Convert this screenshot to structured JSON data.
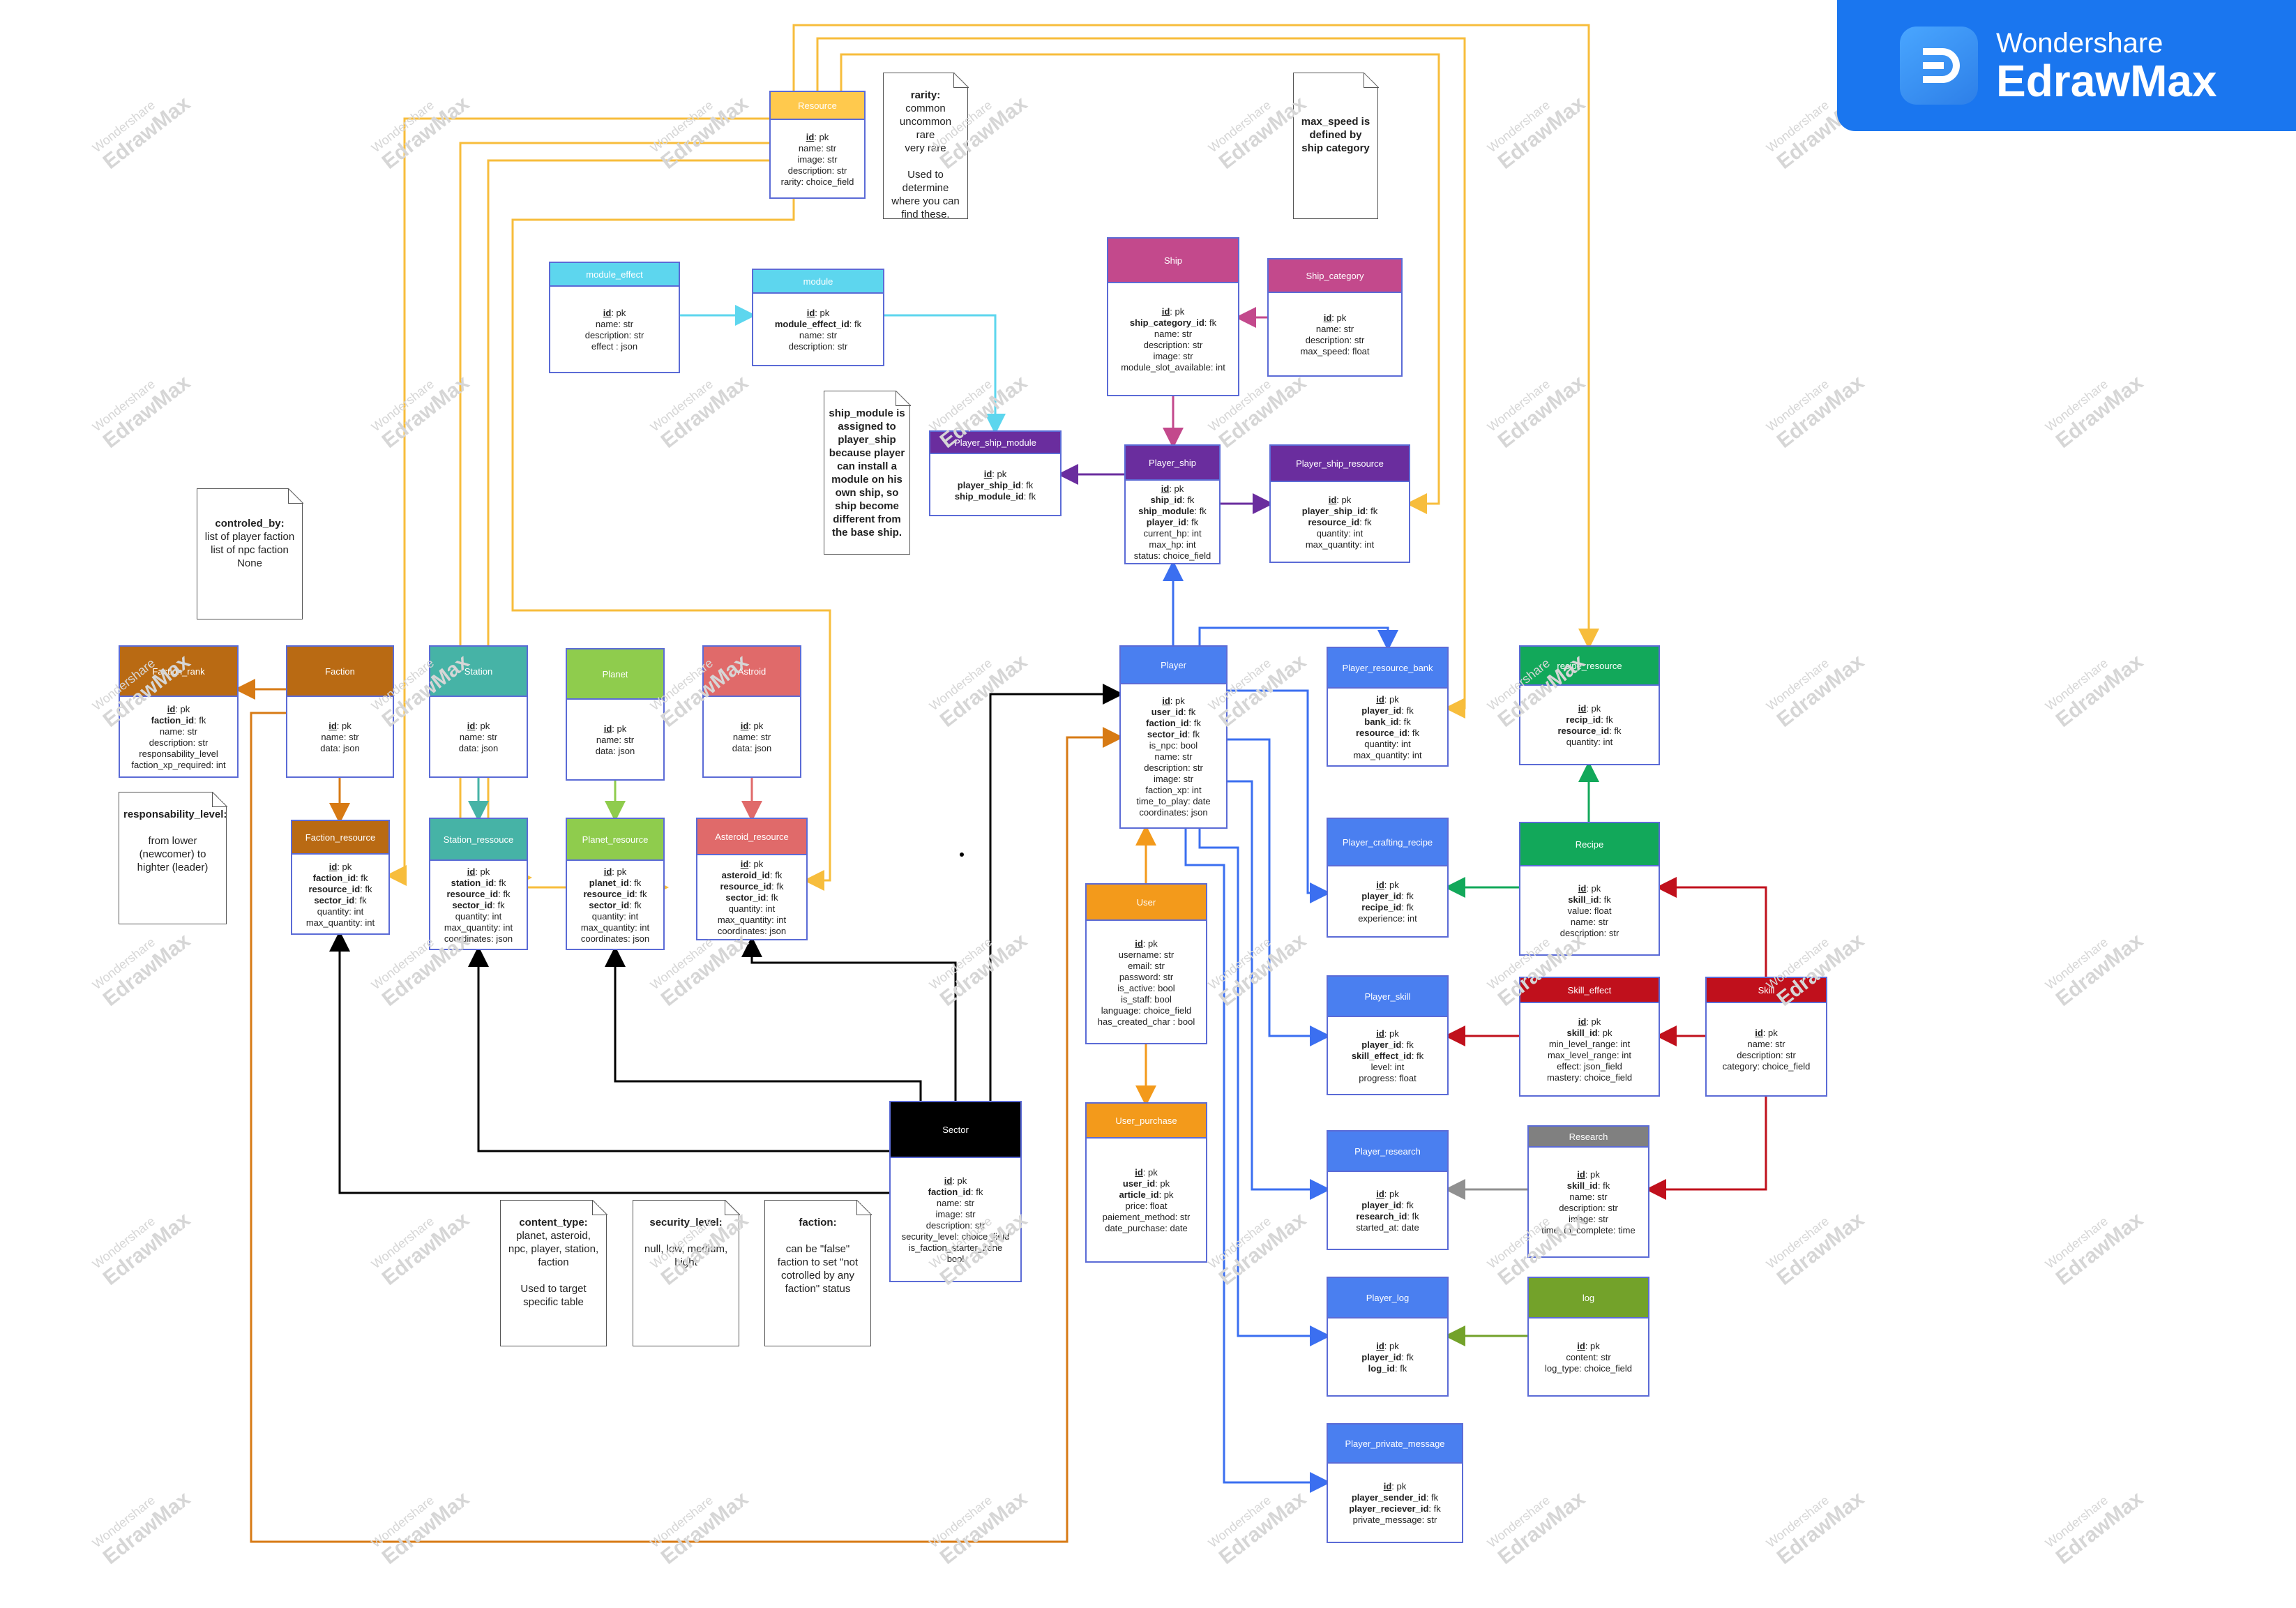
{
  "brand": {
    "line1": "Wondershare",
    "line2": "EdrawMax",
    "icon": "edrawmax-logo-icon"
  },
  "watermark": {
    "line1": "Wondershare",
    "line2": "EdrawMax"
  },
  "colors": {
    "resource": "#ffc94d",
    "module_effect": "#5dd6ee",
    "ship": "#c3498c",
    "player_ship": "#6a2d9e",
    "faction": "#b96a13",
    "station": "#46b3a6",
    "planet": "#8fcc4d",
    "asteroid": "#e06a6a",
    "player": "#4a7ff0",
    "recipe": "#12a85a",
    "skill": "#c0101c",
    "research": "#808080",
    "log": "#73a22a",
    "sector": "#000000",
    "user": "#f39a1b",
    "border": "#5b6bd6"
  },
  "entities": {
    "resource": {
      "name": "Resource",
      "fields": [
        [
          "id",
          "pk",
          "pk"
        ],
        [
          "name",
          "str",
          ""
        ],
        [
          "image",
          "str",
          ""
        ],
        [
          "description",
          "str",
          ""
        ],
        [
          "rarity",
          "choice_field",
          ""
        ]
      ]
    },
    "module_effect": {
      "name": "module_effect",
      "fields": [
        [
          "id",
          "pk",
          "pk"
        ],
        [
          "name",
          "str",
          ""
        ],
        [
          "description",
          "str",
          ""
        ],
        [
          "effect ",
          "json",
          ""
        ]
      ]
    },
    "module": {
      "name": "module",
      "fields": [
        [
          "id",
          "pk",
          "pk"
        ],
        [
          "module_effect_id",
          "fk",
          "fk"
        ],
        [
          "name",
          "str",
          ""
        ],
        [
          "description",
          "str",
          ""
        ]
      ]
    },
    "ship": {
      "name": "Ship",
      "fields": [
        [
          "id",
          "pk",
          "pk"
        ],
        [
          "ship_category_id",
          "fk",
          "fk"
        ],
        [
          "name",
          "str",
          ""
        ],
        [
          "description",
          "str",
          ""
        ],
        [
          "image",
          "str",
          ""
        ],
        [
          "module_slot_available",
          "int",
          ""
        ]
      ]
    },
    "ship_category": {
      "name": "Ship_category",
      "fields": [
        [
          "id",
          "pk",
          "pk"
        ],
        [
          "name",
          "str",
          ""
        ],
        [
          "description",
          "str",
          ""
        ],
        [
          "max_speed",
          "float",
          ""
        ]
      ]
    },
    "player_ship_module": {
      "name": "Player_ship_module",
      "fields": [
        [
          "id",
          "pk",
          "pk"
        ],
        [
          "player_ship_id",
          "fk",
          "fk"
        ],
        [
          "ship_module_id",
          "fk",
          "fk"
        ]
      ]
    },
    "player_ship": {
      "name": "Player_ship",
      "fields": [
        [
          "id",
          "pk",
          "pk"
        ],
        [
          "ship_id",
          "fk",
          "fk"
        ],
        [
          "ship_module",
          "fk",
          "fk"
        ],
        [
          "player_id",
          "fk",
          "fk"
        ],
        [
          "current_hp",
          "int",
          ""
        ],
        [
          "max_hp",
          "int",
          ""
        ],
        [
          "status",
          "choice_field",
          ""
        ]
      ]
    },
    "player_ship_resource": {
      "name": "Player_ship_resource",
      "fields": [
        [
          "id",
          "pk",
          "pk"
        ],
        [
          "player_ship_id",
          "fk",
          "fk"
        ],
        [
          "resource_id",
          "fk",
          "fk"
        ],
        [
          "quantity",
          "int",
          ""
        ],
        [
          "max_quantity",
          "int",
          ""
        ]
      ]
    },
    "faction_rank": {
      "name": "Faction_rank",
      "fields": [
        [
          "id",
          "pk",
          "pk"
        ],
        [
          "faction_id",
          "fk",
          "fk"
        ],
        [
          "name",
          "str",
          ""
        ],
        [
          "description",
          "str",
          ""
        ],
        [
          "responsability_level",
          "",
          ""
        ],
        [
          "faction_xp_required",
          "int",
          ""
        ]
      ]
    },
    "faction": {
      "name": "Faction",
      "fields": [
        [
          "id",
          "pk",
          "pk"
        ],
        [
          "name",
          "str",
          ""
        ],
        [
          "data",
          "json",
          ""
        ]
      ]
    },
    "station": {
      "name": "Station",
      "fields": [
        [
          "id",
          "pk",
          "pk"
        ],
        [
          "name",
          "str",
          ""
        ],
        [
          "data",
          "json",
          ""
        ]
      ]
    },
    "planet": {
      "name": "Planet",
      "fields": [
        [
          "id",
          "pk",
          "pk"
        ],
        [
          "name",
          "str",
          ""
        ],
        [
          "data",
          "json",
          ""
        ]
      ]
    },
    "asteroid": {
      "name": "Astroid",
      "fields": [
        [
          "id",
          "pk",
          "pk"
        ],
        [
          "name",
          "str",
          ""
        ],
        [
          "data",
          "json",
          ""
        ]
      ]
    },
    "faction_resource": {
      "name": "Faction_resource",
      "fields": [
        [
          "id",
          "pk",
          "pk"
        ],
        [
          "faction_id",
          "fk",
          "fk"
        ],
        [
          "resource_id",
          "fk",
          "fk"
        ],
        [
          "sector_id",
          "fk",
          "fk"
        ],
        [
          "quantity",
          "int",
          ""
        ],
        [
          "max_quantity",
          "int",
          ""
        ]
      ]
    },
    "station_resource": {
      "name": "Station_ressouce",
      "fields": [
        [
          "id",
          "pk",
          "pk"
        ],
        [
          "station_id",
          "fk",
          "fk"
        ],
        [
          "resource_id",
          "fk",
          "fk"
        ],
        [
          "sector_id",
          "fk",
          "fk"
        ],
        [
          "quantity",
          "int",
          ""
        ],
        [
          "max_quantity",
          "int",
          ""
        ],
        [
          "coordinates",
          "json",
          ""
        ]
      ]
    },
    "planet_resource": {
      "name": "Planet_resource",
      "fields": [
        [
          "id",
          "pk",
          "pk"
        ],
        [
          "planet_id",
          "fk",
          "fk"
        ],
        [
          "resource_id",
          "fk",
          "fk"
        ],
        [
          "sector_id",
          "fk",
          "fk"
        ],
        [
          "quantity",
          "int",
          ""
        ],
        [
          "max_quantity",
          "int",
          ""
        ],
        [
          "coordinates",
          "json",
          ""
        ]
      ]
    },
    "asteroid_resource": {
      "name": "Asteroid_resource",
      "fields": [
        [
          "id",
          "pk",
          "pk"
        ],
        [
          "asteroid_id",
          "fk",
          "fk"
        ],
        [
          "resource_id",
          "fk",
          "fk"
        ],
        [
          "sector_id",
          "fk",
          "fk"
        ],
        [
          "quantity",
          "int",
          ""
        ],
        [
          "max_quantity",
          "int",
          ""
        ],
        [
          "coordinates",
          "json",
          ""
        ]
      ]
    },
    "player": {
      "name": "Player",
      "fields": [
        [
          "id",
          "pk",
          "pk"
        ],
        [
          "user_id",
          "fk",
          "fk"
        ],
        [
          "faction_id",
          "fk",
          "fk"
        ],
        [
          "sector_id",
          "fk",
          "fk"
        ],
        [
          "is_npc",
          "bool",
          ""
        ],
        [
          "name",
          "str",
          ""
        ],
        [
          "description",
          "str",
          ""
        ],
        [
          "image",
          "str",
          ""
        ],
        [
          "faction_xp",
          "int",
          ""
        ],
        [
          "time_to_play",
          "date",
          ""
        ],
        [
          "coordinates",
          "json",
          ""
        ]
      ]
    },
    "player_resource_bank": {
      "name": "Player_resource_bank",
      "fields": [
        [
          "id",
          "pk",
          "pk"
        ],
        [
          "player_id",
          "fk",
          "fk"
        ],
        [
          "bank_id",
          "fk",
          "fk"
        ],
        [
          "resource_id",
          "fk",
          "fk"
        ],
        [
          "quantity",
          "int",
          ""
        ],
        [
          "max_quantity",
          "int",
          ""
        ]
      ]
    },
    "recipe_resource": {
      "name": "recipe_resource",
      "fields": [
        [
          "id",
          "pk",
          "pk"
        ],
        [
          "recip_id",
          "fk",
          "fk"
        ],
        [
          "resource_id",
          "fk",
          "fk"
        ],
        [
          "quantity",
          "int",
          ""
        ]
      ]
    },
    "user": {
      "name": "User",
      "fields": [
        [
          "id",
          "pk",
          "pk"
        ],
        [
          "username",
          "str",
          ""
        ],
        [
          "email",
          "str",
          ""
        ],
        [
          "password",
          "str",
          ""
        ],
        [
          "is_active",
          "bool",
          ""
        ],
        [
          "is_staff",
          "bool",
          ""
        ],
        [
          "language",
          "choice_field",
          ""
        ],
        [
          "has_created_char ",
          "bool",
          ""
        ]
      ]
    },
    "user_purchase": {
      "name": "User_purchase",
      "fields": [
        [
          "id",
          "pk",
          "pk"
        ],
        [
          "user_id",
          "pk",
          "fk"
        ],
        [
          "article_id",
          "pk",
          "fk"
        ],
        [
          "price",
          "float",
          ""
        ],
        [
          "paiement_method",
          "str",
          ""
        ],
        [
          "date_purchase",
          "date",
          ""
        ]
      ]
    },
    "player_crafting_recipe": {
      "name": "Player_crafting_recipe",
      "fields": [
        [
          "id",
          "pk",
          "pk"
        ],
        [
          "player_id",
          "fk",
          "fk"
        ],
        [
          "recipe_id",
          "fk",
          "fk"
        ],
        [
          "experience",
          "int",
          ""
        ]
      ]
    },
    "recipe": {
      "name": "Recipe",
      "fields": [
        [
          "id",
          "pk",
          "pk"
        ],
        [
          "skill_id",
          "fk",
          "fk"
        ],
        [
          "value",
          "float",
          ""
        ],
        [
          "name",
          "str",
          ""
        ],
        [
          "description",
          "str",
          ""
        ]
      ]
    },
    "player_skill": {
      "name": "Player_skill",
      "fields": [
        [
          "id",
          "pk",
          "pk"
        ],
        [
          "player_id",
          "fk",
          "fk"
        ],
        [
          "skill_effect_id",
          "fk",
          "fk"
        ],
        [
          "level",
          "int",
          ""
        ],
        [
          "progress",
          "float",
          ""
        ]
      ]
    },
    "skill_effect": {
      "name": "Skill_effect",
      "fields": [
        [
          "id",
          "pk",
          "pk"
        ],
        [
          "skill_id",
          "pk",
          "fk"
        ],
        [
          "min_level_range",
          "int",
          ""
        ],
        [
          "max_level_range",
          "int",
          ""
        ],
        [
          "effect",
          "json_field",
          ""
        ],
        [
          "mastery",
          "choice_field",
          ""
        ]
      ]
    },
    "skill": {
      "name": "Skill",
      "fields": [
        [
          "id",
          "pk",
          "pk"
        ],
        [
          "name",
          "str",
          ""
        ],
        [
          "description",
          "str",
          ""
        ],
        [
          "category",
          "choice_field",
          ""
        ]
      ]
    },
    "player_research": {
      "name": "Player_research",
      "fields": [
        [
          "id",
          "pk",
          "pk"
        ],
        [
          "player_id",
          "fk",
          "fk"
        ],
        [
          "research_id",
          "fk",
          "fk"
        ],
        [
          "started_at",
          "date",
          ""
        ]
      ]
    },
    "research": {
      "name": "Research",
      "fields": [
        [
          "id",
          "pk",
          "pk"
        ],
        [
          "skill_id",
          "fk",
          "fk"
        ],
        [
          "name",
          "str",
          ""
        ],
        [
          "description",
          "str",
          ""
        ],
        [
          "image",
          "str",
          ""
        ],
        [
          "time_to_complete",
          "time",
          ""
        ]
      ]
    },
    "player_log": {
      "name": "Player_log",
      "fields": [
        [
          "id",
          "pk",
          "pk"
        ],
        [
          "player_id",
          "fk",
          "fk"
        ],
        [
          "log_id",
          "fk",
          "fk"
        ]
      ]
    },
    "log": {
      "name": "log",
      "fields": [
        [
          "id",
          "pk",
          "pk"
        ],
        [
          "content",
          "str",
          ""
        ],
        [
          "log_type",
          "choice_field",
          ""
        ]
      ]
    },
    "player_private_message": {
      "name": "Player_private_message",
      "fields": [
        [
          "id",
          "pk",
          "pk"
        ],
        [
          "player_sender_id",
          "fk",
          "fk"
        ],
        [
          "player_reciever_id",
          "fk",
          "fk"
        ],
        [
          "private_message",
          "str",
          ""
        ]
      ]
    },
    "sector": {
      "name": "Sector",
      "fields": [
        [
          "id",
          "pk",
          "pk"
        ],
        [
          "faction_id",
          "fk",
          "fk"
        ],
        [
          "name",
          "str",
          ""
        ],
        [
          "image",
          "str",
          ""
        ],
        [
          "description",
          "str",
          ""
        ],
        [
          "security_level",
          "choice_field",
          ""
        ],
        [
          "is_faction_starter_zone",
          "",
          ""
        ],
        [
          "bool",
          "",
          ""
        ]
      ]
    }
  },
  "notes": {
    "rarity": {
      "title": "rarity:",
      "lines": [
        "common",
        "uncommon",
        "rare",
        "very rare",
        "",
        "Used to",
        "determine",
        "where you can",
        "find these."
      ]
    },
    "max_speed": {
      "title": "max_speed is defined by ship category",
      "lines": []
    },
    "ship_module": {
      "title": "ship_module is assigned to player_ship because player can install a module on his own ship, so ship become different from the base ship.",
      "lines": []
    },
    "controled_by": {
      "title": "controled_by:",
      "lines": [
        "list of player faction",
        "list of  npc faction",
        "None"
      ]
    },
    "responsability": {
      "title": "responsability_level:",
      "lines": [
        "",
        "from lower (newcomer) to highter (leader)"
      ]
    },
    "content_type": {
      "title": "content_type:",
      "lines": [
        "planet, asteroid, npc, player, station, faction",
        "",
        "Used to target specific table"
      ]
    },
    "security_level": {
      "title": "security_level:",
      "lines": [
        "",
        "null, low, medium, hight"
      ]
    },
    "faction_note": {
      "title": "faction:",
      "lines": [
        "",
        "can be \"false\" faction to set \"not cotrolled by any faction\" status"
      ]
    }
  }
}
